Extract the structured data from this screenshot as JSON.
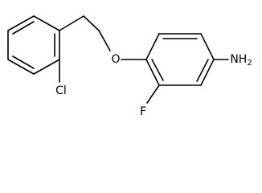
{
  "molecule": {
    "atoms": {
      "chlorine": "Cl",
      "oxygen": "O",
      "fluorine": "F",
      "amine": "NH",
      "amine_subscript": "2"
    },
    "colors": {
      "bond": "#000000",
      "label": "#000000",
      "background": "#ffffff"
    }
  }
}
